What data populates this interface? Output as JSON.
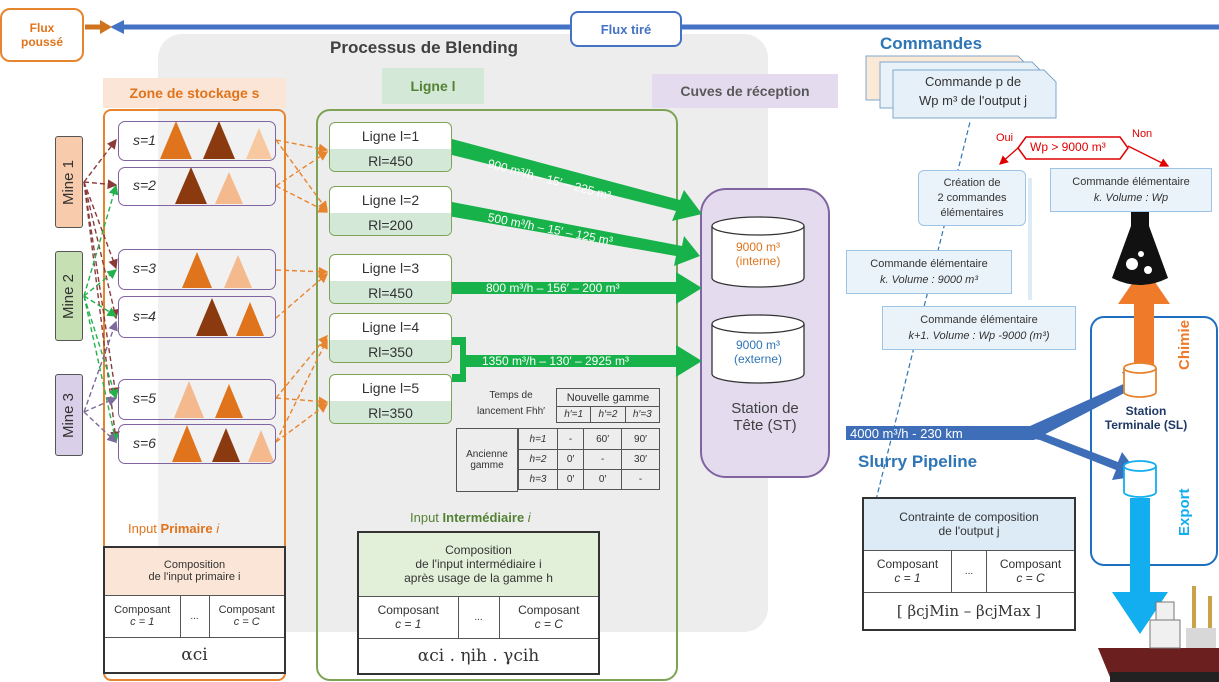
{
  "flux": {
    "pousse_line1": "Flux",
    "pousse_line2": "poussé",
    "tire": "Flux tiré"
  },
  "blending": {
    "title": "Processus de Blending",
    "ligne_header": "Ligne l",
    "cuves_header": "Cuves de réception"
  },
  "stockage": {
    "header": "Zone de stockage s",
    "mines": [
      "Mine 1",
      "Mine 2",
      "Mine 3"
    ],
    "slots": [
      "s=1",
      "s=2",
      "s=3",
      "s=4",
      "s=5",
      "s=6"
    ]
  },
  "lignes": [
    {
      "name": "Ligne l=1",
      "rate": "Rl=450"
    },
    {
      "name": "Ligne l=2",
      "rate": "Rl=200"
    },
    {
      "name": "Ligne l=3",
      "rate": "Rl=450"
    },
    {
      "name": "Ligne l=4",
      "rate": "Rl=350"
    },
    {
      "name": "Ligne l=5",
      "rate": "Rl=350"
    }
  ],
  "flows": [
    "900 m³/h – 15′ – 225 m³",
    "500 m³/h – 15′ – 125 m³",
    "800 m³/h – 156′ – 200 m³",
    "1350 m³/h – 130′ – 2925 m³"
  ],
  "tanks": [
    {
      "volume": "9000 m³",
      "kind": "(interne)"
    },
    {
      "volume": "9000 m³",
      "kind": "(externe)"
    }
  ],
  "station_tete": {
    "line1": "Station de",
    "line2": "Tête (ST)"
  },
  "gamme_table": {
    "title_line1": "Temps de",
    "title_line2": "lancement Fhh′",
    "new_header": "Nouvelle gamme",
    "cols": [
      "h′=1",
      "h′=2",
      "h′=3"
    ],
    "old_label_1": "Ancienne",
    "old_label_2": "gamme",
    "rows": [
      {
        "h": "h=1",
        "cells": [
          "-",
          "60′",
          "90′"
        ]
      },
      {
        "h": "h=2",
        "cells": [
          "0′",
          "-",
          "30′"
        ]
      },
      {
        "h": "h=3",
        "cells": [
          "0′",
          "0′",
          "-"
        ]
      }
    ]
  },
  "input_primaire": {
    "label_a": "Input ",
    "label_b": "Primaire",
    "label_c": " i",
    "comp_line1": "Composition",
    "comp_line2": "de l'input primaire i",
    "c1a": "Composant",
    "c1b": "c = 1",
    "dots": "...",
    "c2a": "Composant",
    "c2b": "c = C",
    "formula": "αci"
  },
  "input_inter": {
    "label_a": "Input ",
    "label_b": "Intermédiaire",
    "label_c": " i",
    "comp_line1": "Composition",
    "comp_line2": "de l'input intermédiaire i",
    "comp_line3": "après usage de la gamme h",
    "c1a": "Composant",
    "c1b": "c = 1",
    "dots": "...",
    "c2a": "Composant",
    "c2b": "c = C",
    "formula": "αci . ηih . γcih"
  },
  "commandes": {
    "title": "Commandes",
    "card_line1": "Commande p de",
    "card_line2": "Wp m³ de l'output j",
    "decision": "Wp > 9000 m³",
    "oui": "Oui",
    "non": "Non",
    "creation": [
      "Création de",
      "2 commandes",
      "élémentaires"
    ],
    "elem_right": [
      "Commande élémentaire",
      "k. Volume : Wp"
    ],
    "elem_k": [
      "Commande élémentaire",
      "k. Volume : 9000 m³"
    ],
    "elem_k1": [
      "Commande élémentaire",
      "k+1. Volume : Wp -9000 (m³)"
    ]
  },
  "pipeline": {
    "rate": "4000 m³/h - 230 km",
    "name": "Slurry Pipeline"
  },
  "station_terminale": {
    "line1": "Station",
    "line2": "Terminale (SL)",
    "chimie": "Chimie",
    "export": "Export"
  },
  "contrainte": {
    "line1": "Contrainte de composition",
    "line2": "de l'output j",
    "c1a": "Composant",
    "c1b": "c = 1",
    "dots": "...",
    "c2a": "Composant",
    "c2b": "c = C",
    "formula": "[ βcjMin – βcjMax ]"
  },
  "colors": {
    "orange": "#E7852F",
    "green": "#22B14C",
    "blue": "#4472C4",
    "lightblue": "#00B0F0",
    "ligne_green": "#7EA356",
    "purple": "#8064A2"
  }
}
